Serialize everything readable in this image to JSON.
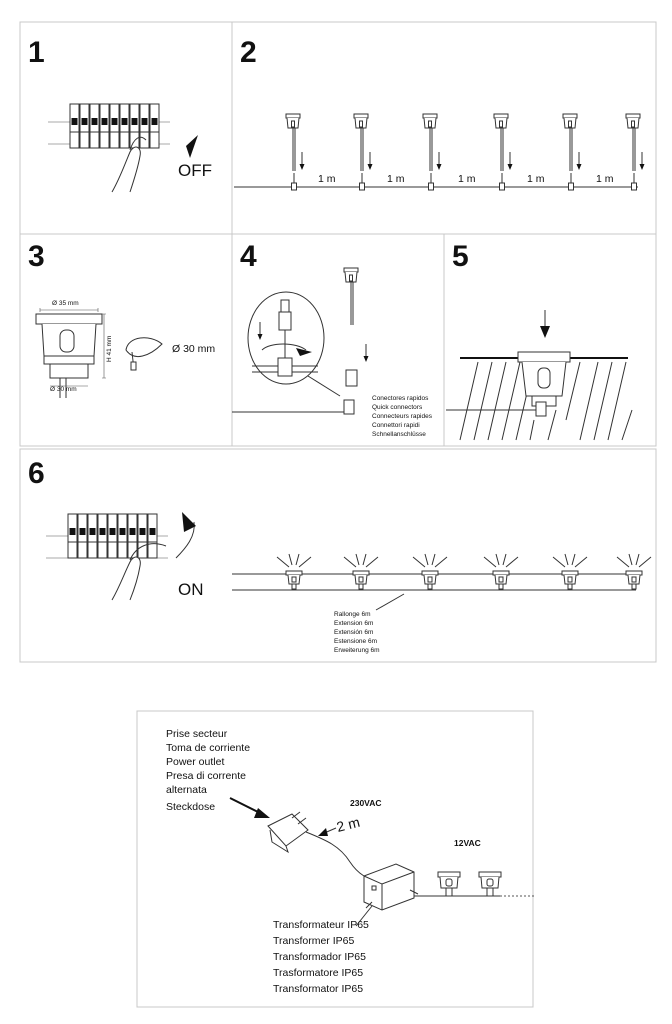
{
  "steps": {
    "s1": "1",
    "s2": "2",
    "s3": "3",
    "s4": "4",
    "s5": "5",
    "s6": "6"
  },
  "step1": {
    "off_label": "OFF"
  },
  "step2": {
    "spacing_labels": [
      "1 m",
      "1 m",
      "1 m",
      "1 m",
      "1 m"
    ]
  },
  "step3": {
    "top_diameter": "Ø 35 mm",
    "height": "H 41 mm",
    "bottom_diameter": "Ø 30 mm",
    "drill_diameter": "Ø 30 mm"
  },
  "step4": {
    "quick_connectors": [
      "Conectores rapidos",
      "Quick connectors",
      "Connecteurs rapides",
      "Connettori rapidi",
      "Schnellanschlüsse"
    ]
  },
  "step6": {
    "on_label": "ON",
    "extension": [
      "Rallonge 6m",
      "Extension 6m",
      "Extensión 6m",
      "Estensione 6m",
      "Erweiterung 6m"
    ]
  },
  "wiring": {
    "power_outlet": [
      "Prise secteur",
      "Toma de corriente",
      "Power outlet",
      "Presa di corrente",
      "alternata",
      "Steckdose"
    ],
    "voltage_in": "230VAC",
    "cable_length": "2 m",
    "voltage_out": "12VAC",
    "transformer": [
      "Transformateur IP65",
      "Transformer IP65",
      "Transformador IP65",
      "Trasformatore IP65",
      "Transformator IP65"
    ]
  }
}
